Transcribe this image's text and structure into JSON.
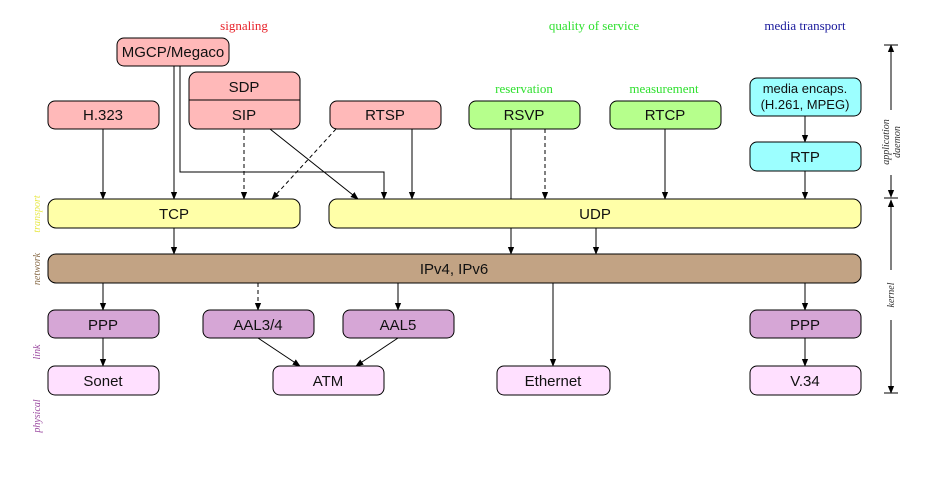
{
  "categories": {
    "signaling": "signaling",
    "qos": "quality of service",
    "media": "media transport",
    "reservation": "reservation",
    "measurement": "measurement"
  },
  "colors": {
    "signaling": "#e8232b",
    "qos": "#2ee02e",
    "media": "#1a1a9c",
    "transport_label": "#e8e84a",
    "network_label": "#8a6d4a",
    "link_label": "#9b4aa0",
    "physical_label": "#9b4aa0"
  },
  "boxes": {
    "mgcp": "MGCP/Megaco",
    "sdp": "SDP",
    "sip": "SIP",
    "h323": "H.323",
    "rtsp": "RTSP",
    "rsvp": "RSVP",
    "rtcp": "RTCP",
    "media_encaps_line1": "media encaps.",
    "media_encaps_line2": "(H.261, MPEG)",
    "rtp": "RTP",
    "tcp": "TCP",
    "udp": "UDP",
    "ip": "IPv4, IPv6",
    "ppp_left": "PPP",
    "aal34": "AAL3/4",
    "aal5": "AAL5",
    "ppp_right": "PPP",
    "sonet": "Sonet",
    "atm": "ATM",
    "ethernet": "Ethernet",
    "v34": "V.34"
  },
  "layers": {
    "transport": "transport",
    "network": "network",
    "link": "link",
    "physical": "physical"
  },
  "right_labels": {
    "application_line1": "application",
    "application_line2": "daemon",
    "kernel": "kernel"
  }
}
